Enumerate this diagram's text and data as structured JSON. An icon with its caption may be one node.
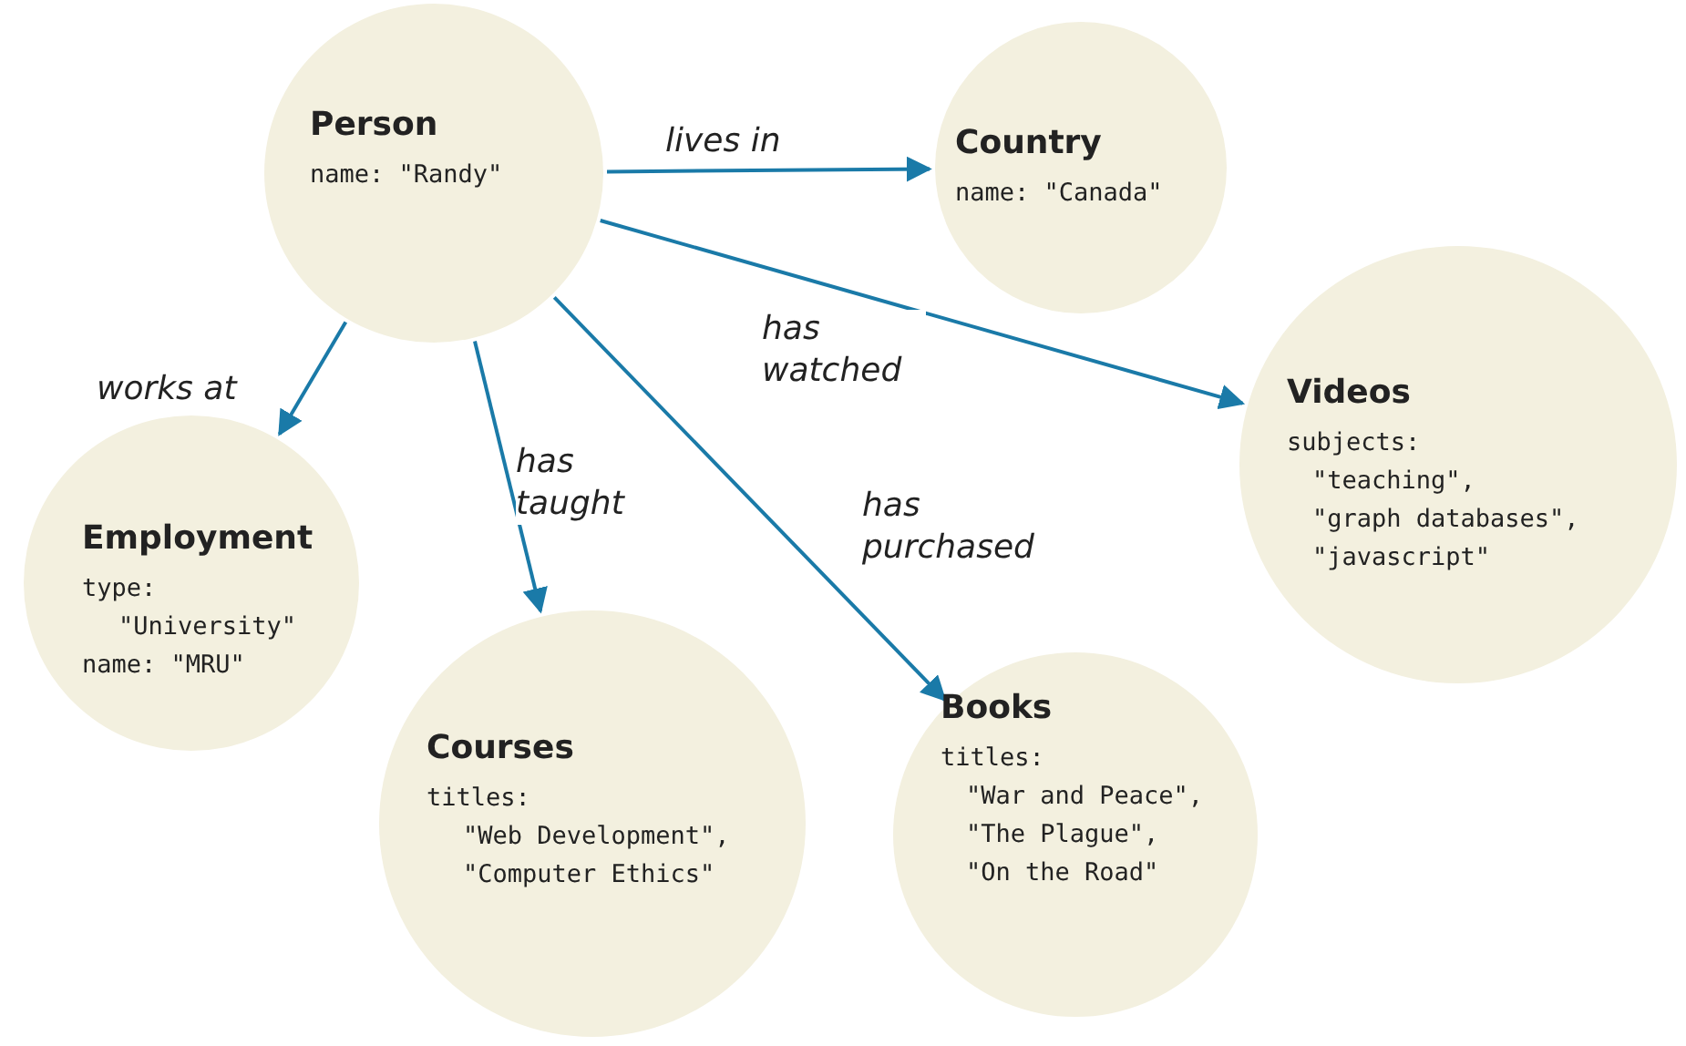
{
  "diagram": {
    "nodes": [
      {
        "text": [
          "Person",
          "name: \"Randy\""
        ]
      },
      {
        "text": [
          "Country",
          "name: \"Canada\""
        ]
      },
      {
        "text": [
          "Videos",
          "subjects:",
          "\"teaching\",",
          "\"graph databases\",",
          "\"javascript\""
        ]
      },
      {
        "text": [
          "Employment",
          "type:",
          "\"University\"",
          "name: \"MRU\""
        ]
      },
      {
        "text": [
          "Courses",
          "titles:",
          "\"Web Development\",",
          "\"Computer Ethics\""
        ]
      },
      {
        "text": [
          "Books",
          "titles:",
          "\"War and Peace\",",
          "\"The Plague\",",
          "\"On the Road\""
        ]
      }
    ],
    "edges": [
      {
        "from": 0,
        "to": 1,
        "arrow": "to",
        "label": "lives in"
      },
      {
        "from": 0,
        "to": 2,
        "arrow": "to",
        "label": "has watched"
      },
      {
        "from": 0,
        "to": 3,
        "arrow": "to",
        "label": "works at"
      },
      {
        "from": 0,
        "to": 4,
        "arrow": "to",
        "label": "has taught"
      },
      {
        "from": 0,
        "to": 5,
        "arrow": "to",
        "label": "has purchased"
      }
    ]
  }
}
